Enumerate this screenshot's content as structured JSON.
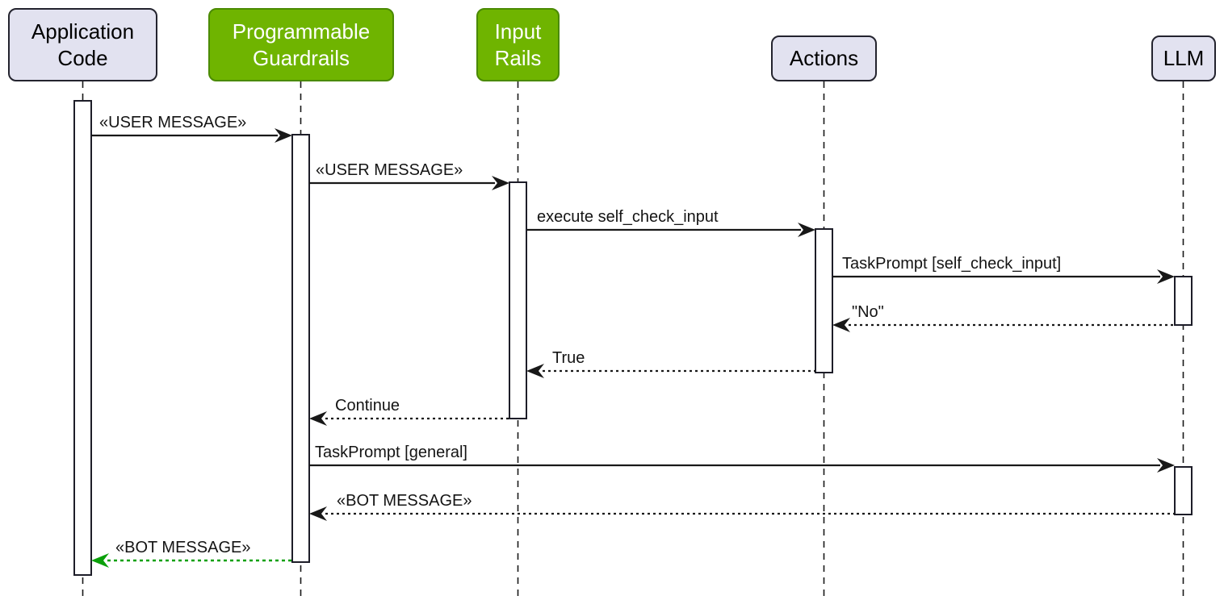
{
  "diagram_type": "uml-sequence",
  "colors": {
    "background": "#ffffff",
    "participant_default_fill": "#e2e2f0",
    "participant_default_border": "#23232e",
    "participant_highlight_fill": "#6fb400",
    "participant_highlight_border": "#4a8a00",
    "participant_highlight_text": "#ffffff",
    "lifeline": "#181818",
    "message_line": "#181818",
    "return_highlight_line": "#0aa00a",
    "activation_fill": "#ffffff"
  },
  "participants": [
    {
      "label": "Application Code",
      "style": "default"
    },
    {
      "label": "Programmable Guardrails",
      "style": "highlight"
    },
    {
      "label": "Input Rails",
      "style": "highlight"
    },
    {
      "label": "Actions",
      "style": "default"
    },
    {
      "label": "LLM",
      "style": "default"
    }
  ],
  "messages": [
    {
      "label": "«USER MESSAGE»",
      "from": "Application Code",
      "to": "Programmable Guardrails",
      "line": "solid",
      "direction": "right",
      "color": "black"
    },
    {
      "label": "«USER MESSAGE»",
      "from": "Programmable Guardrails",
      "to": "Input Rails",
      "line": "solid",
      "direction": "right",
      "color": "black"
    },
    {
      "label": "execute self_check_input",
      "from": "Input Rails",
      "to": "Actions",
      "line": "solid",
      "direction": "right",
      "color": "black"
    },
    {
      "label": "TaskPrompt [self_check_input]",
      "from": "Actions",
      "to": "LLM",
      "line": "solid",
      "direction": "right",
      "color": "black"
    },
    {
      "label": "\"No\"",
      "from": "LLM",
      "to": "Actions",
      "line": "dotted",
      "direction": "left",
      "color": "black"
    },
    {
      "label": "True",
      "from": "Actions",
      "to": "Input Rails",
      "line": "dotted",
      "direction": "left",
      "color": "black"
    },
    {
      "label": "Continue",
      "from": "Input Rails",
      "to": "Programmable Guardrails",
      "line": "dotted",
      "direction": "left",
      "color": "black"
    },
    {
      "label": "TaskPrompt [general]",
      "from": "Programmable Guardrails",
      "to": "LLM",
      "line": "solid",
      "direction": "right",
      "color": "black"
    },
    {
      "label": "«BOT MESSAGE»",
      "from": "LLM",
      "to": "Programmable Guardrails",
      "line": "dotted",
      "direction": "left",
      "color": "black"
    },
    {
      "label": "«BOT MESSAGE»",
      "from": "Programmable Guardrails",
      "to": "Application Code",
      "line": "dotted",
      "direction": "left",
      "color": "green"
    }
  ]
}
